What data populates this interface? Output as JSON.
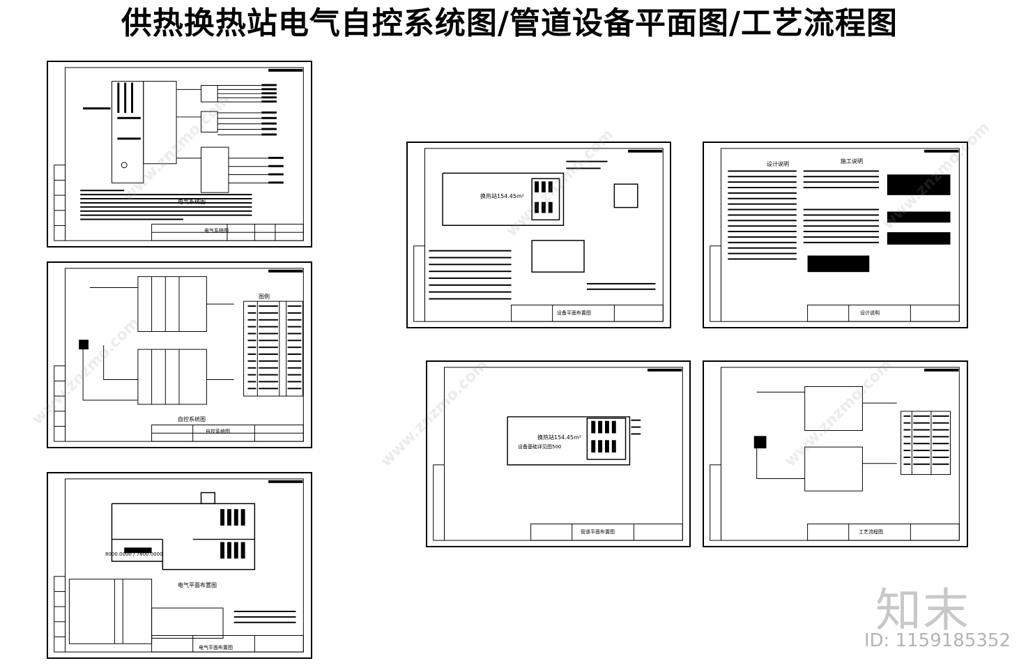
{
  "page_title": "供热换热站电气自控系统图/管道设备平面图/工艺流程图",
  "sheets": {
    "electric_system": {
      "name": "电气系统图",
      "title_block": "电气系统图"
    },
    "automation": {
      "name": "自控系统图",
      "title_block": "自控系统图",
      "legend_head": "图例"
    },
    "electric_plan": {
      "name": "电气平面布置图",
      "title_block": "电气平面布置图",
      "dims": "8000.0000 / 7800.0000"
    },
    "equipment_plan": {
      "name": "设备平面布置图",
      "title_block": "设备平面布置图",
      "room": "换热站154.45m²"
    },
    "design_notes": {
      "title_left": "设计说明",
      "title_right": "施工说明",
      "title_block": "设计说明"
    },
    "pipe_plan": {
      "name": "管道平面布置图",
      "title_block": "管道平面布置图",
      "room": "换热站154.45m²",
      "note": "设备基础详见图500"
    },
    "process_flow": {
      "name": "工艺流程图",
      "title_block": "工艺流程图"
    }
  },
  "watermark": "www.znzmo.com",
  "brand_logo": "知末",
  "id_label": "ID: 1159185352"
}
